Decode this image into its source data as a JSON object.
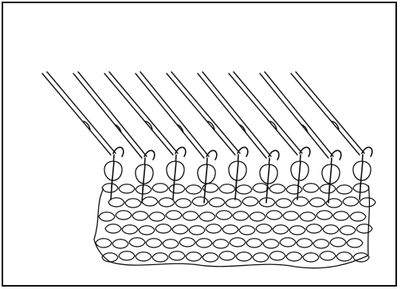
{
  "figure": {
    "kind": "line-drawing",
    "subject": "knitting-needles-with-stitches-icon",
    "colors": {
      "ink": "#111111",
      "paper": "#ffffff",
      "border": "#111111"
    },
    "needle_count": 9,
    "fabric_rows": 6
  }
}
